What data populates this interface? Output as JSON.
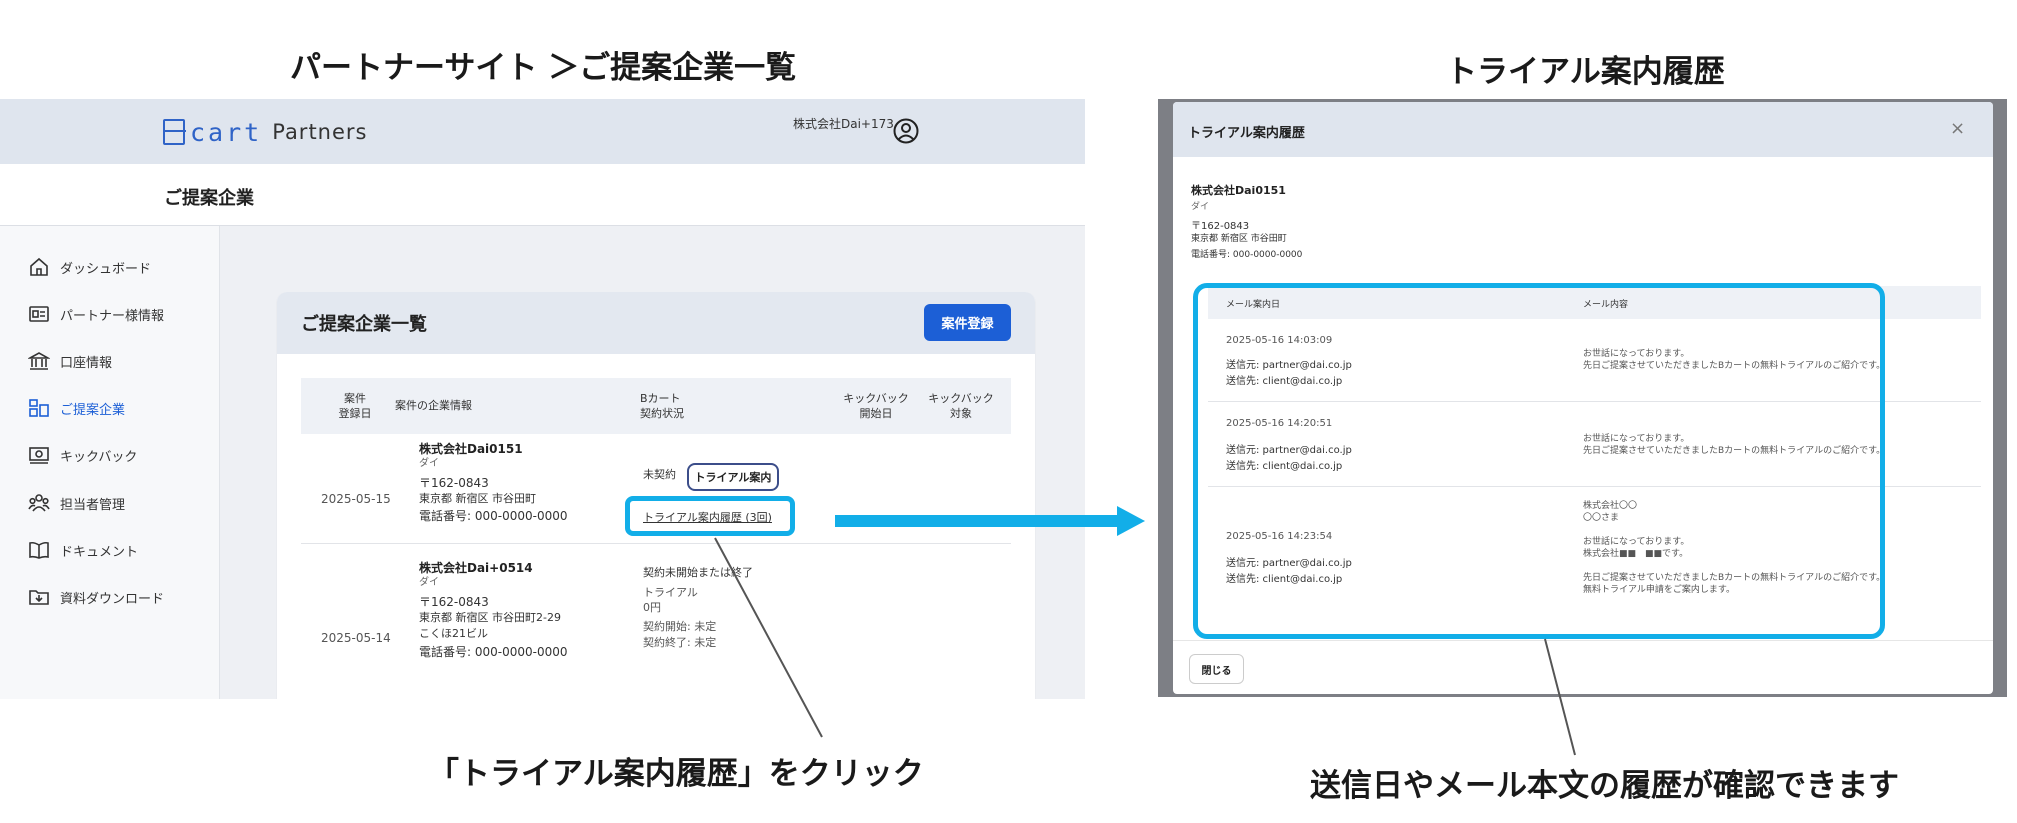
{
  "captions": {
    "left_title": "パートナーサイト ＞ご提案企業一覧",
    "right_title": "トライアル案内履歴",
    "click_note": "「トライアル案内履歴」をクリック",
    "history_note": "送信日やメール本文の履歴が確認できます"
  },
  "left": {
    "brand": {
      "cart": "cart",
      "partners": "Partners"
    },
    "account_name": "株式会社Dai+173",
    "page_title": "ご提案企業",
    "sidebar": [
      {
        "label": "ダッシュボード",
        "icon": "home-icon"
      },
      {
        "label": "パートナー様情報",
        "icon": "id-card-icon"
      },
      {
        "label": "口座情報",
        "icon": "bank-icon"
      },
      {
        "label": "ご提案企業",
        "icon": "company-icon",
        "active": true
      },
      {
        "label": "キックバック",
        "icon": "money-icon"
      },
      {
        "label": "担当者管理",
        "icon": "users-icon"
      },
      {
        "label": "ドキュメント",
        "icon": "book-icon"
      },
      {
        "label": "資料ダウンロード",
        "icon": "download-icon"
      }
    ],
    "card_title": "ご提案企業一覧",
    "register_button": "案件登録",
    "table": {
      "headers": [
        "案件\n登録日",
        "案件の企業情報",
        "Bカート\n契約状況",
        "キックバック\n開始日",
        "キックバック\n対象"
      ],
      "rows": [
        {
          "date": "2025-05-15",
          "company": "株式会社Dai0151",
          "kana": "ダイ",
          "zip": "〒162-0843",
          "address": "東京都 新宿区 市谷田町",
          "phone": "電話番号: 000-0000-0000",
          "status": "未契約",
          "trial_button": "トライアル案内",
          "history_link": "トライアル案内履歴 (3回)"
        },
        {
          "date": "2025-05-14",
          "company": "株式会社Dai+0514",
          "kana": "ダイ",
          "zip": "〒162-0843",
          "address": "東京都 新宿区 市谷田町2-29",
          "building": "こくほ21ビル",
          "phone": "電話番号: 000-0000-0000",
          "status": "契約未開始または終了",
          "plan": "トライアル",
          "price": "0円",
          "contract_start": "契約開始: 未定",
          "contract_end": "契約終了: 未定"
        }
      ]
    }
  },
  "modal": {
    "title": "トライアル案内履歴",
    "close_icon": "×",
    "company": "株式会社Dai0151",
    "kana": "ダイ",
    "zip": "〒162-0843",
    "address": "東京都 新宿区 市谷田町",
    "phone": "電話番号: 000-0000-0000",
    "headers": [
      "メール案内日",
      "メール内容"
    ],
    "rows": [
      {
        "date": "2025-05-16 14:03:09",
        "from": "送信元:  partner@dai.co.jp",
        "to": "送信先:  client@dai.co.jp",
        "body": "お世話になっております。\n先日ご提案させていただきましたBカートの無料トライアルのご紹介です。"
      },
      {
        "date": "2025-05-16 14:20:51",
        "from": "送信元: partner@dai.co.jp",
        "to": "送信先: client@dai.co.jp",
        "body": "お世話になっております。\n先日ご提案させていただきましたBカートの無料トライアルのご紹介です。"
      },
      {
        "date": "2025-05-16 14:23:54",
        "from": "送信元: partner@dai.co.jp",
        "to": "送信先: client@dai.co.jp",
        "body": "株式会社〇〇\n〇〇さま\n\nお世話になっております。\n株式会社■■　■■です。\n\n先日ご提案させていただきましたBカートの無料トライアルのご紹介です。\n無料トライアル申請をご案内します。"
      }
    ],
    "close_button": "閉じる"
  },
  "colors": {
    "accent": "#12aee8",
    "brand": "#2f63c7",
    "primary_button": "#1c5fd6"
  }
}
